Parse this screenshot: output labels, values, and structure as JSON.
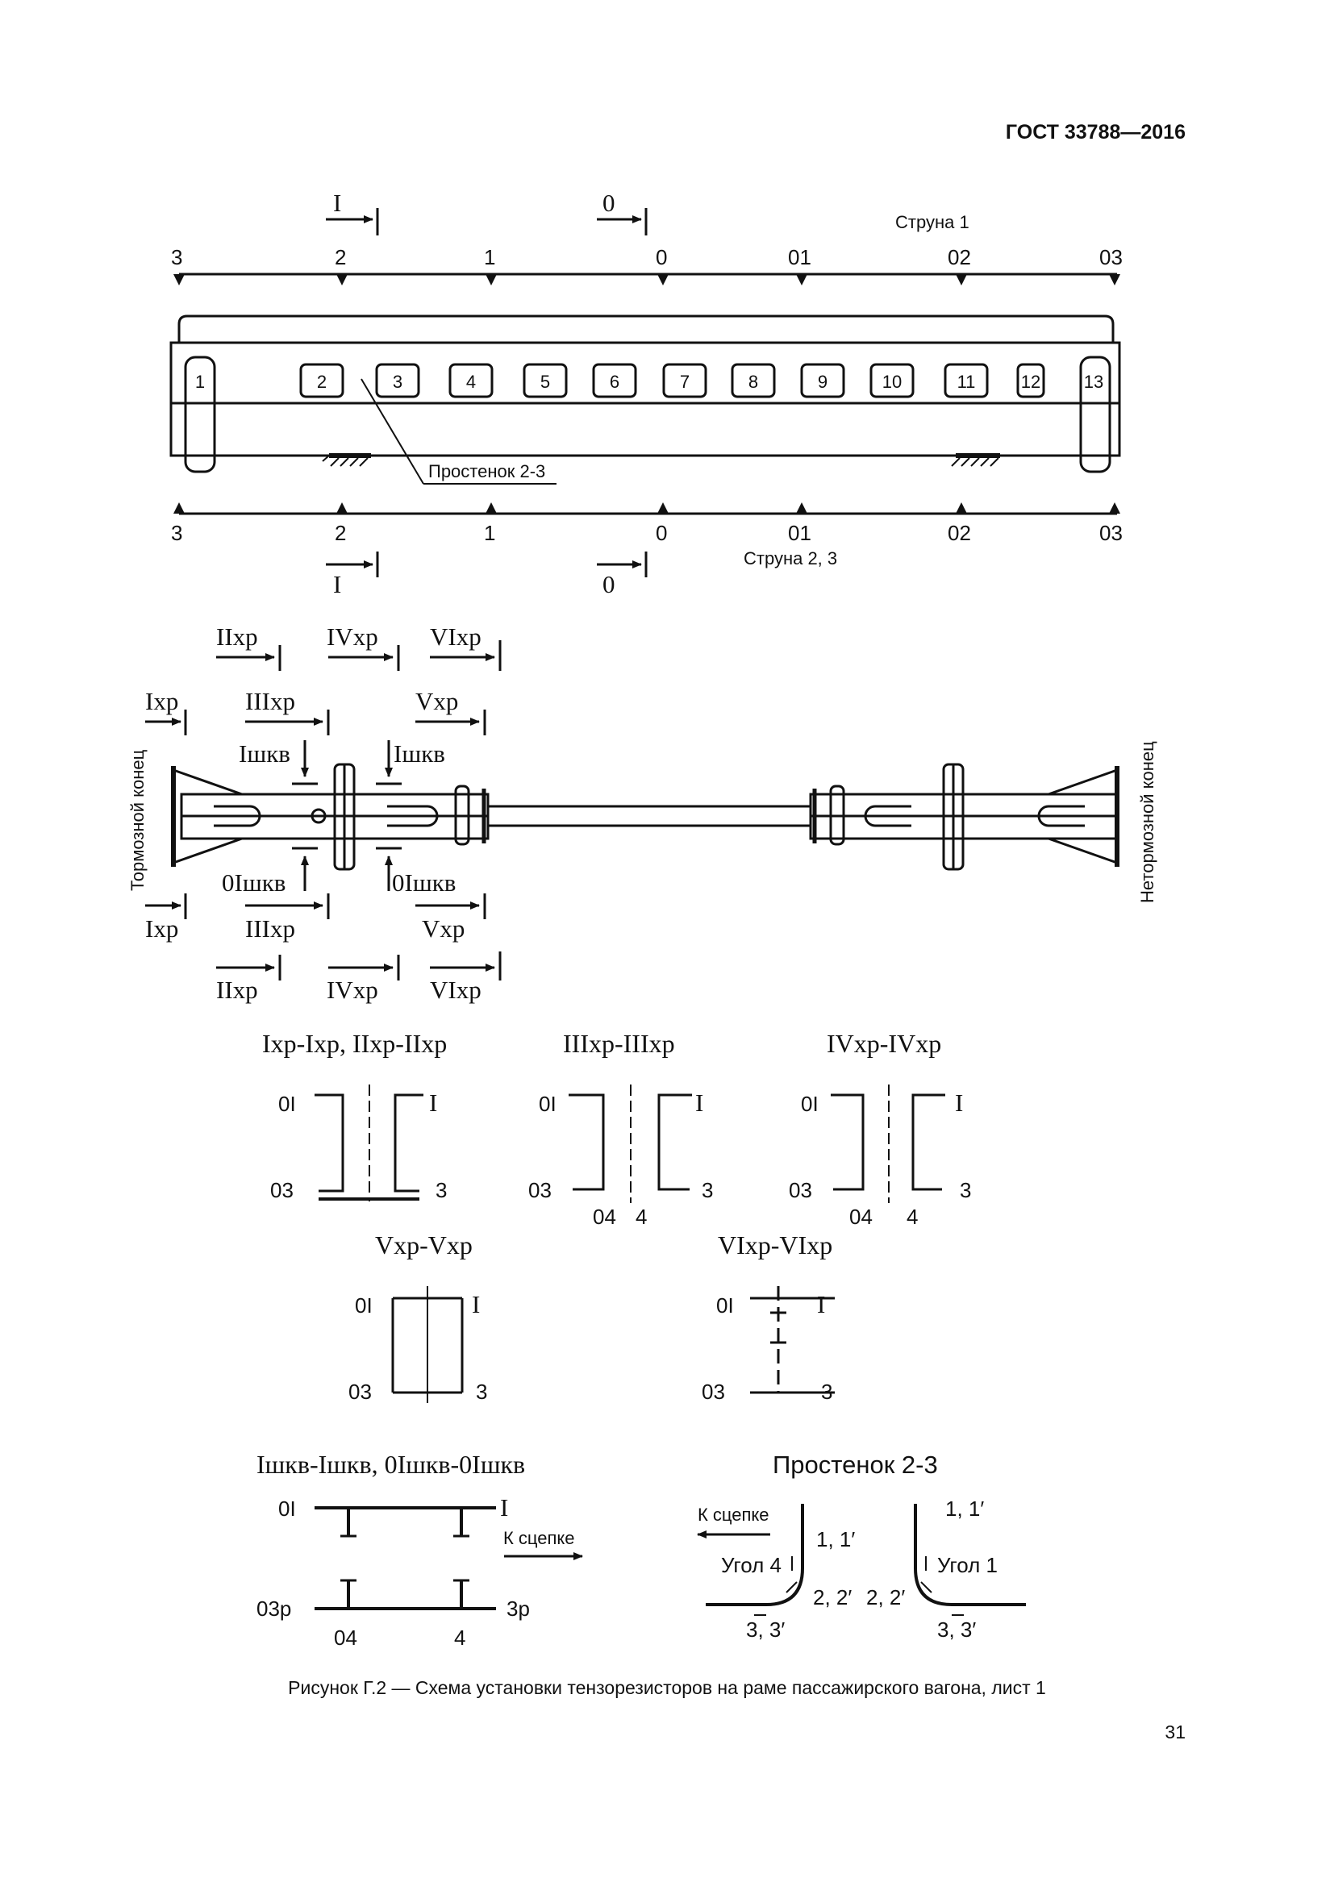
{
  "header": {
    "standard": "ГОСТ 33788—2016"
  },
  "top_view": {
    "string1_label": "Струна 1",
    "string23_label": "Струна 2, 3",
    "positions": [
      "3",
      "2",
      "1",
      "0",
      "01",
      "02",
      "03"
    ],
    "section_top": [
      "I",
      "0"
    ],
    "section_bottom": [
      "I",
      "0"
    ],
    "windows": [
      "1",
      "2",
      "3",
      "4",
      "5",
      "6",
      "7",
      "8",
      "9",
      "10",
      "11",
      "12",
      "13"
    ],
    "pier_label": "Простенок 2-3"
  },
  "frame_view": {
    "brake_end": "Тормозной конец",
    "nonbrake_end": "Нетормозной конец",
    "top_sections": [
      "IIхр",
      "IVхр",
      "VIхр",
      "Iхр",
      "IIIхр",
      "Vхр"
    ],
    "shkv_top": [
      "Iшкв",
      "Iшкв"
    ],
    "shkv_bottom": [
      "0Iшкв",
      "0Iшкв"
    ],
    "bottom_sections": [
      "Iхр",
      "IIIхр",
      "Vхр",
      "IIхр",
      "IVхр",
      "VIхр"
    ]
  },
  "cross_sections": {
    "s1": {
      "title": "Iхр-Iхр, IIхр-IIхр",
      "labels": [
        "0I",
        "I",
        "03",
        "3"
      ]
    },
    "s2": {
      "title": "IIIхр-IIIхр",
      "labels": [
        "0I",
        "I",
        "03",
        "3",
        "04",
        "4"
      ]
    },
    "s3": {
      "title": "IVхр-IVхр",
      "labels": [
        "0I",
        "I",
        "03",
        "3",
        "04",
        "4"
      ]
    },
    "s4": {
      "title": "Vхр-Vхр",
      "labels": [
        "0I",
        "I",
        "03",
        "3"
      ]
    },
    "s5": {
      "title": "VIхр-VIхр",
      "labels": [
        "0I",
        "I",
        "03",
        "3"
      ]
    },
    "s6": {
      "title": "Iшкв-Iшкв, 0Iшкв-0Iшкв",
      "labels": [
        "0I",
        "I",
        "03р",
        "3р",
        "04",
        "4"
      ],
      "arrow_label": "К сцепке"
    },
    "s7": {
      "title": "Простенок 2-3",
      "arrow_label": "К сцепке",
      "corner4": "Угол 4",
      "corner1": "Угол 1",
      "labels": [
        "1, 1′",
        "1, 1′",
        "2, 2′",
        "2, 2′",
        "3, 3′",
        "3, 3′"
      ]
    }
  },
  "caption": "Рисунок Г.2 — Схема установки тензорезисторов на раме пассажирского вагона, лист 1",
  "page_number": "31"
}
